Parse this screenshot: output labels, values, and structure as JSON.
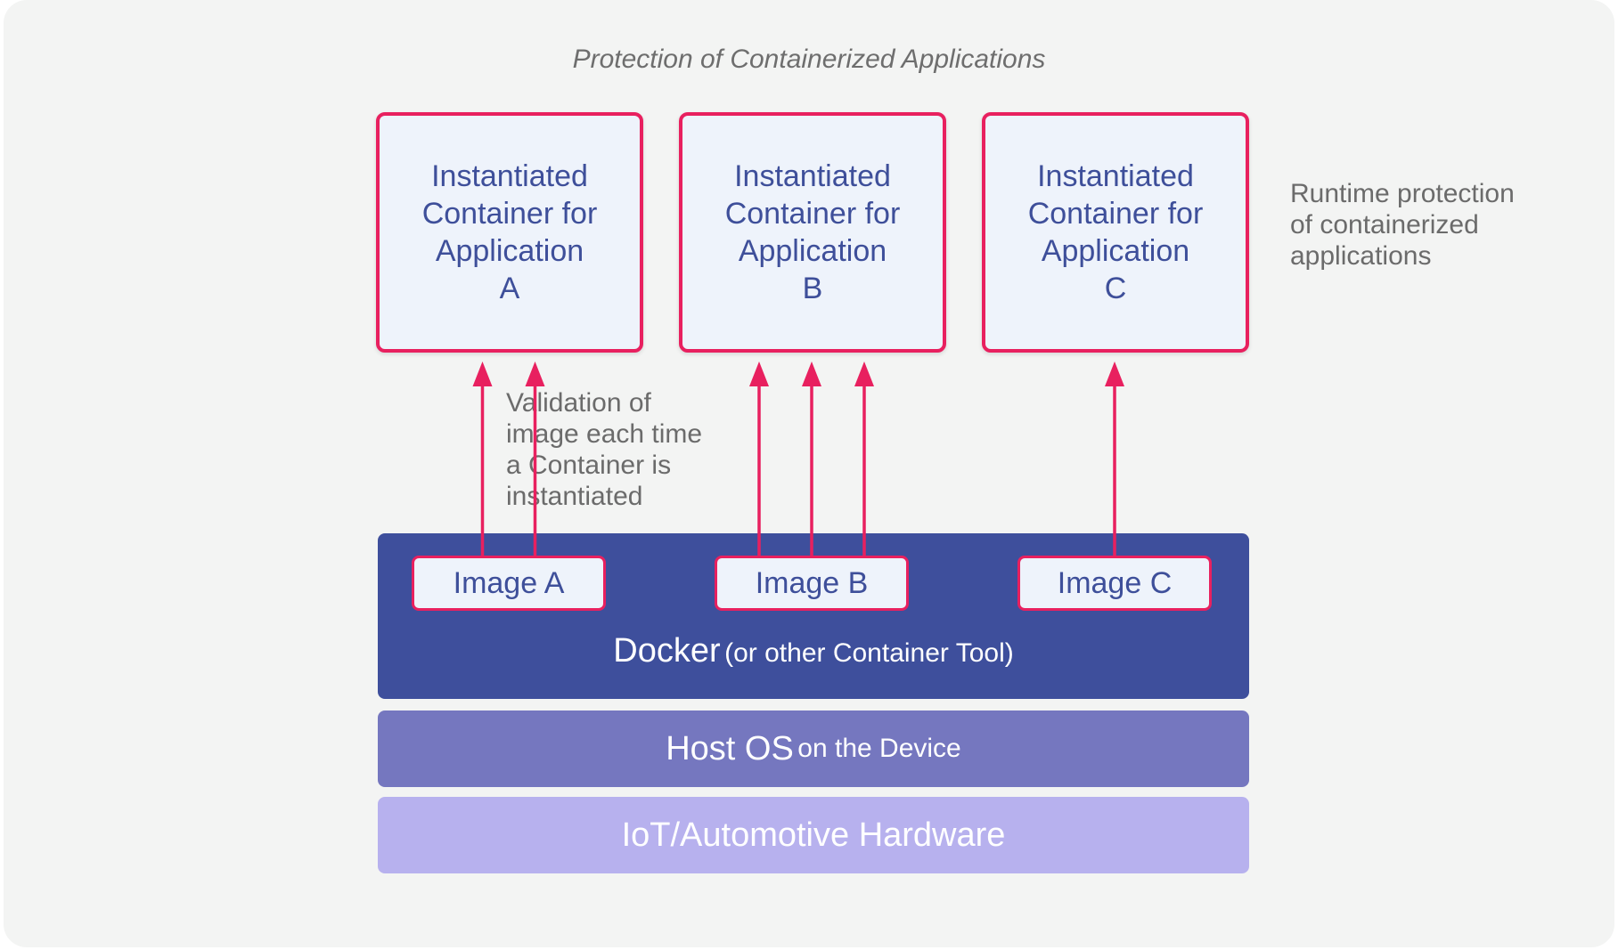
{
  "diagram": {
    "title": "Protection of Containerized Applications",
    "containers": [
      {
        "text": "Instantiated\nContainer for\nApplication\nA"
      },
      {
        "text": "Instantiated\nContainer for\nApplication\nB"
      },
      {
        "text": "Instantiated\nContainer for\nApplication\nC"
      }
    ],
    "notes": {
      "runtime": "Runtime protection\nof containerized\napplications",
      "validation": "Validation of\nimage each time\na Container is\ninstantiated"
    },
    "images": [
      "Image A",
      "Image B",
      "Image C"
    ],
    "layers": {
      "docker": {
        "main": "Docker",
        "sub": "(or other Container Tool)"
      },
      "host": {
        "main": "Host OS",
        "sub": "on the Device"
      },
      "hardware": "IoT/Automotive Hardware"
    },
    "arrow_counts": [
      2,
      3,
      1
    ],
    "colors": {
      "accent": "#e8205f",
      "docker": "#3e4f9c",
      "host": "#7577bf",
      "hardware": "#b7b1ee",
      "box_fill": "#eef3fb",
      "box_text": "#3e4f9a",
      "note_text": "#6b6b6b",
      "background": "#f3f4f3"
    }
  }
}
